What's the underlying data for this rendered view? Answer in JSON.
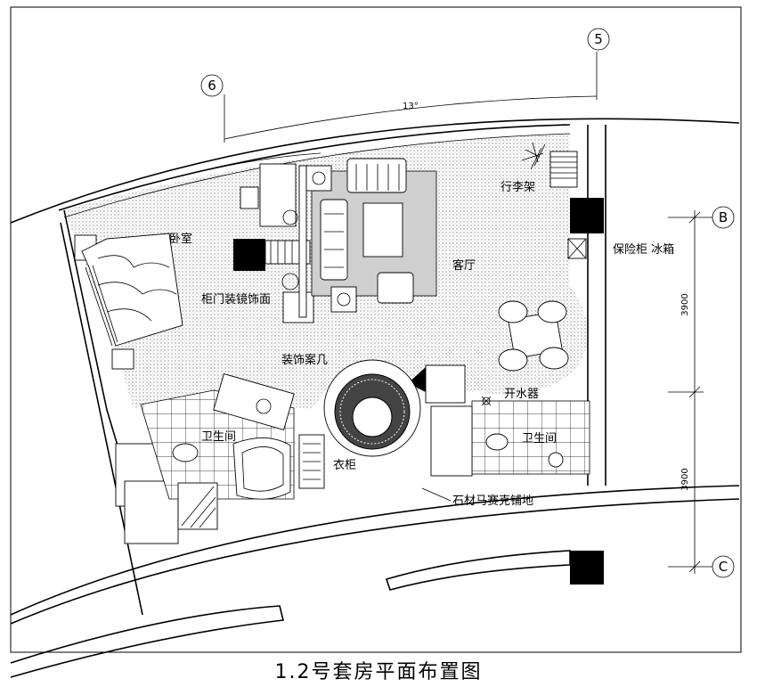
{
  "caption": "1.2号套房平面布置图",
  "axes": {
    "a5": "5",
    "a6": "6",
    "aB": "B",
    "aC": "C"
  },
  "dimensions": {
    "arc": "13°",
    "v1": "3900",
    "v2": "3900"
  },
  "rooms": {
    "bedroom": "卧室",
    "living": "客厅",
    "bath_left": "卫生间",
    "bath_right": "卫生间",
    "closet": "衣柜"
  },
  "annotations": {
    "luggage": "行李架",
    "safe_fridge": "保险柜 冰箱",
    "mirror_door": "柜门装镜饰面",
    "deco_table": "装饰案几",
    "water_heater": "开水器",
    "mosaic": "石材马赛克铺地"
  },
  "colors": {
    "ink": "#000000",
    "paper": "#ffffff",
    "floor": "#d9d9d9"
  }
}
